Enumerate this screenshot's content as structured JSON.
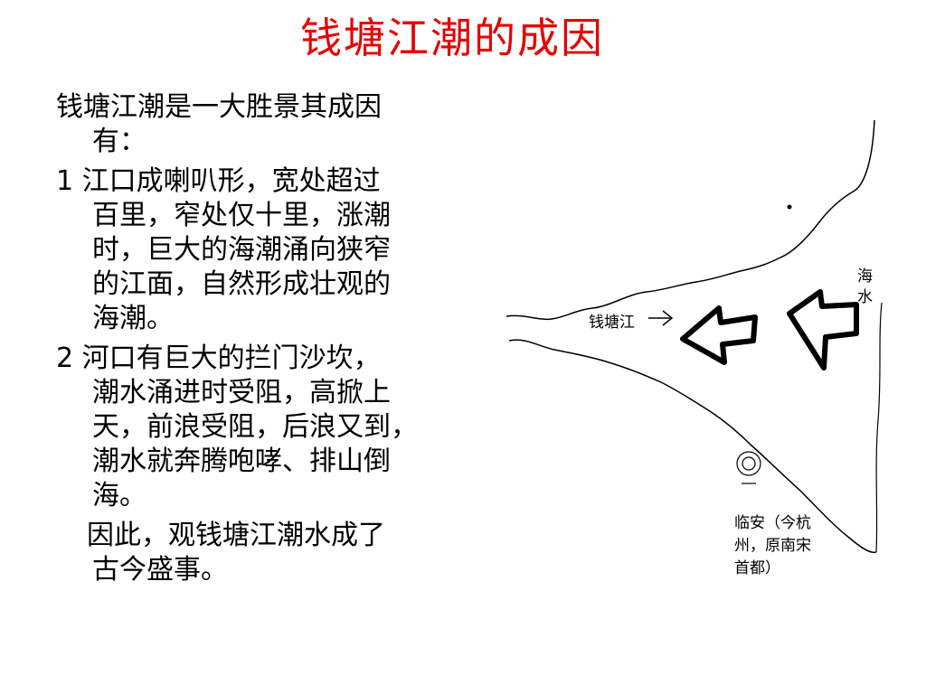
{
  "slide": {
    "title": "钱塘江潮的成因",
    "paragraphs": [
      {
        "lines": [
          "钱塘江潮是一大胜景其成因",
          "有："
        ]
      },
      {
        "lines": [
          "1 江口成喇叭形，宽处超过",
          "百里，窄处仅十里，涨潮",
          "时，巨大的海潮涌向狭窄",
          "的江面，自然形成壮观的",
          "海潮。"
        ]
      },
      {
        "lines": [
          "2  河口有巨大的拦门沙坎，",
          "潮水涌进时受阻，高掀上",
          "天，前浪受阻，后浪又到，",
          "潮水就奔腾咆哮、排山倒",
          "海。"
        ]
      },
      {
        "lines": [
          "因此，观钱塘江潮水成了",
          "古今盛事。"
        ]
      }
    ]
  },
  "map": {
    "river_label": "钱塘江",
    "sea_label": "海水",
    "city_label_lines": [
      "临安（今杭",
      "州，原南宋",
      "首都）"
    ],
    "icons": [
      "arrow-icon",
      "tide-arrow-icon",
      "city-marker-icon"
    ]
  }
}
